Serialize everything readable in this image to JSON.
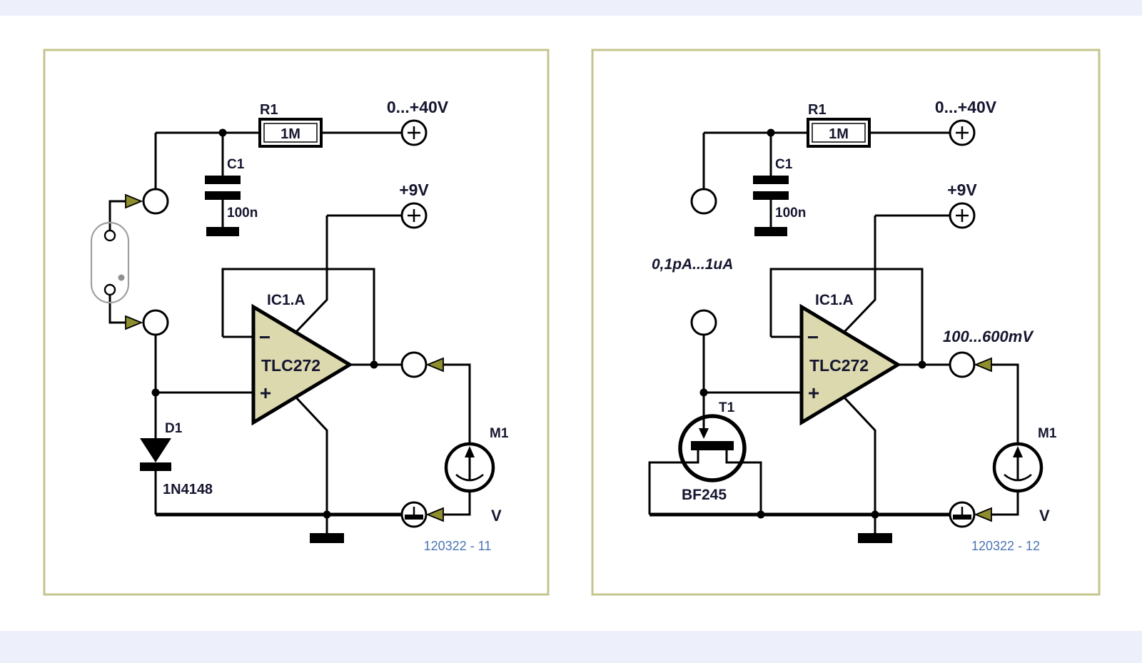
{
  "colors": {
    "page_band": "#edf0fa",
    "panel_border": "#c5c48e",
    "opamp_fill": "#dcd9ae",
    "arrow_fill": "#8e8e2e",
    "figure_number_color": "#4a74b4",
    "label_color": "#15162f",
    "tube_outline": "#9f9f9f"
  },
  "panels": [
    {
      "side": "left",
      "figure_number": "120322 - 11",
      "terminals": {
        "supply_main_label": "0...+40V",
        "supply_opamp_label": "+9V"
      },
      "components": {
        "r1": {
          "ref": "R1",
          "value": "1M"
        },
        "c1": {
          "ref": "C1",
          "value": "100n"
        },
        "opamp": {
          "ref": "IC1.A",
          "part": "TLC272",
          "inverting_label": "−",
          "noninverting_label": "+"
        },
        "d1": {
          "ref": "D1",
          "part": "1N4148"
        },
        "meter": {
          "ref": "M1",
          "unit": "V"
        }
      }
    },
    {
      "side": "right",
      "figure_number": "120322 - 12",
      "terminals": {
        "supply_main_label": "0...+40V",
        "supply_opamp_label": "+9V"
      },
      "annotations": {
        "current_range": "0,1pA...1uA",
        "voltage_range": "100...600mV"
      },
      "components": {
        "r1": {
          "ref": "R1",
          "value": "1M"
        },
        "c1": {
          "ref": "C1",
          "value": "100n"
        },
        "opamp": {
          "ref": "IC1.A",
          "part": "TLC272",
          "inverting_label": "−",
          "noninverting_label": "+"
        },
        "t1": {
          "ref": "T1",
          "part": "BF245"
        },
        "meter": {
          "ref": "M1",
          "unit": "V"
        }
      }
    }
  ]
}
